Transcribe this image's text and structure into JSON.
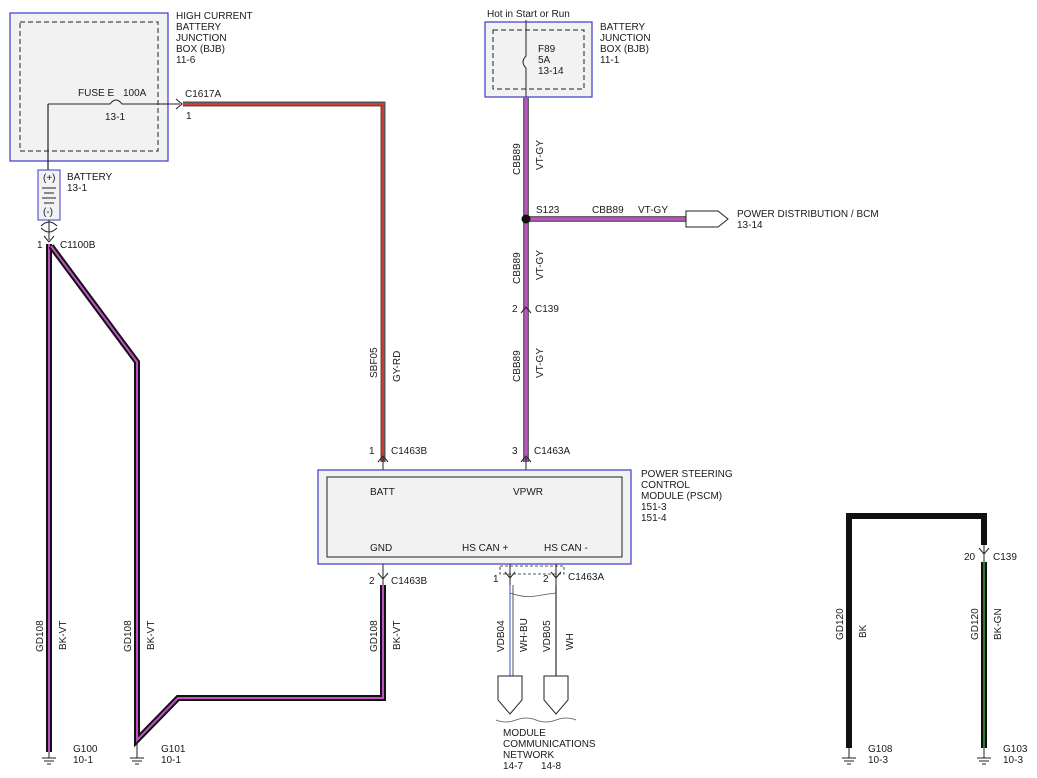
{
  "hcjb": {
    "line1": "HIGH CURRENT",
    "line2": "BATTERY",
    "line3": "JUNCTION",
    "line4": "BOX (BJB)",
    "ref": "11-6"
  },
  "fuse_e": {
    "name": "FUSE E",
    "rating": "100A",
    "ref": "13-1"
  },
  "c1617a": {
    "id": "C1617A",
    "pin": "1"
  },
  "battery": {
    "plus": "(+)",
    "minus": "(-)",
    "name": "BATTERY",
    "ref": "13-1"
  },
  "c1100b": {
    "id": "C1100B",
    "pin": "1"
  },
  "bjb": {
    "header": "Hot in Start or Run",
    "line1": "BATTERY",
    "line2": "JUNCTION",
    "line3": "BOX (BJB)",
    "ref": "11-1"
  },
  "f89": {
    "name": "F89",
    "rating": "5A",
    "ref": "13-14"
  },
  "wires": {
    "cbb89": "CBB89",
    "vtgy": "VT-GY",
    "sbf05": "SBF05",
    "gyrd": "GY-RD",
    "gd108": "GD108",
    "bkvt": "BK-VT",
    "vdb04": "VDB04",
    "whbu": "WH-BU",
    "vdb05": "VDB05",
    "wh": "WH",
    "gd120": "GD120",
    "bk": "BK",
    "bkgn": "BK-GN"
  },
  "s123": "S123",
  "power_dist": {
    "name": "POWER DISTRIBUTION / BCM",
    "ref": "13-14"
  },
  "c139": {
    "id": "C139",
    "pin": "2"
  },
  "c1463b": {
    "id": "C1463B",
    "pin_top": "1",
    "pin_bottom": "2"
  },
  "c1463a": {
    "id": "C1463A",
    "pin_top": "3",
    "pin_b1": "1",
    "pin_b2": "2"
  },
  "pscm": {
    "line1": "POWER STEERING",
    "line2": "CONTROL",
    "line3": "MODULE (PSCM)",
    "ref1": "151-3",
    "ref2": "151-4",
    "batt": "BATT",
    "vpwr": "VPWR",
    "gnd": "GND",
    "hscanp": "HS CAN +",
    "hscanm": "HS CAN -"
  },
  "mcn": {
    "line1": "MODULE",
    "line2": "COMMUNICATIONS",
    "line3": "NETWORK",
    "ref1": "14-7",
    "ref2": "14-8"
  },
  "grounds": {
    "g100": {
      "id": "G100",
      "ref": "10-1"
    },
    "g101": {
      "id": "G101",
      "ref": "10-1"
    },
    "g108": {
      "id": "G108",
      "ref": "10-3"
    },
    "g103": {
      "id": "G103",
      "ref": "10-3"
    }
  },
  "c139_right": {
    "id": "C139",
    "pin": "20"
  },
  "colors": {
    "violet": "#c04fc8",
    "red": "#d23a2a",
    "gray": "#8c8c8c",
    "black": "#111111",
    "green": "#1e5e1e",
    "blue": "#3a5fd0",
    "box": "#3a3acf"
  }
}
